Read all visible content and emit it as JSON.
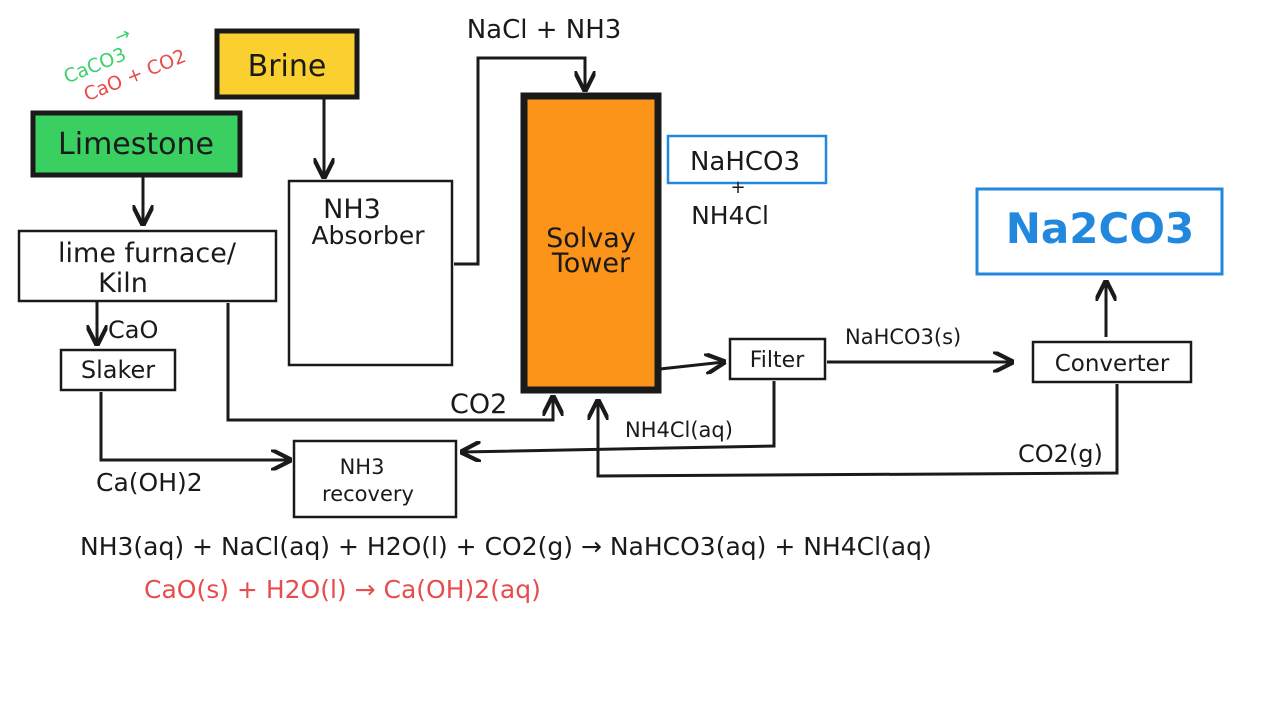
{
  "note": {
    "line1": "CaCO3",
    "line2": "CaO + CO2",
    "arrow": "→",
    "line1_color": "#3dd16a",
    "line2_color": "#e84c4c"
  },
  "nodes": {
    "brine": "Brine",
    "limestone": "Limestone",
    "kiln_line1": "lime furnace/",
    "kiln_line2": "Kiln",
    "absorber_line1": "NH3",
    "absorber_line2": "Absorber",
    "tower_line1": "Solvay",
    "tower_line2": "Tower",
    "slaker": "Slaker",
    "recovery_line1": "NH3",
    "recovery_line2": "recovery",
    "filter": "Filter",
    "converter": "Converter",
    "product": "Na2CO3"
  },
  "labels": {
    "feed": "NaCl + NH3",
    "tower_out1": "NaHCO3",
    "plus": "+",
    "tower_out2": "NH4Cl",
    "cao": "CaO",
    "co2": "CO2",
    "nahco3s": "NaHCO3(s)",
    "nh4claq": "NH4Cl(aq)",
    "caoh2": "Ca(OH)2",
    "co2g": "CO2(g)"
  },
  "equations": {
    "eq1": "NH3(aq) + NaCl(aq) + H2O(l) + CO2(g) → NaHCO3(aq) + NH4Cl(aq)",
    "eq2": "CaO(s) + H2O(l) → Ca(OH)2(aq)"
  },
  "colors": {
    "ink": "#1a1a1a",
    "brine_fill": "#f9d030",
    "limestone_fill": "#39d061",
    "tower_fill": "#fb9418",
    "product_blue": "#2288dd",
    "equation_red": "#e84c4c"
  }
}
